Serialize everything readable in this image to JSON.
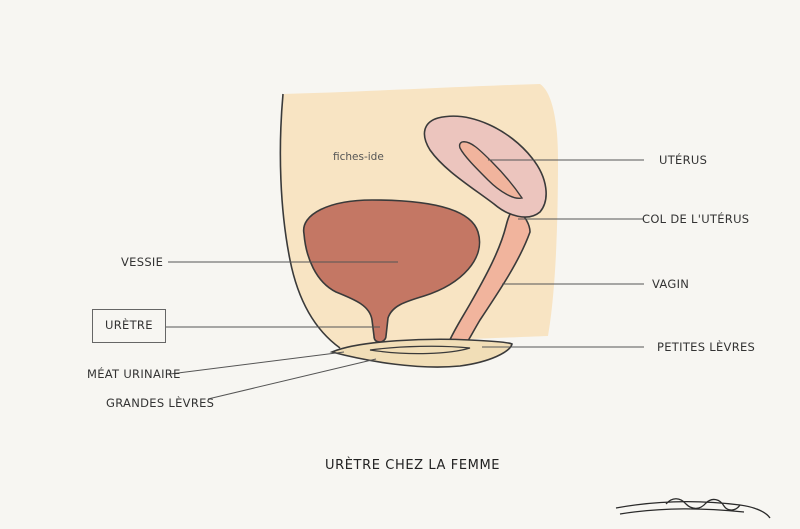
{
  "diagram": {
    "title": "URÈTRE CHEZ LA FEMME",
    "watermark": "fiches-ide",
    "labels": {
      "uterus": "UTÉRUS",
      "col": "COL DE L'UTÉRUS",
      "vagin": "VAGIN",
      "petites_levres": "PETITES LÈVRES",
      "vessie": "VESSIE",
      "uretre": "URÈTRE",
      "meat": "MÉAT URINAIRE",
      "grandes_levres": "GRANDES LÈVRES"
    },
    "signature": "Léana"
  },
  "colors": {
    "background": "#f7f6f2",
    "body": "#f8e4c3",
    "bladder": "#c47764",
    "uterus": "#ecc5be",
    "vagina": "#f1b49d",
    "labia": "#f1deb7",
    "outline": "#3a3a3a"
  }
}
